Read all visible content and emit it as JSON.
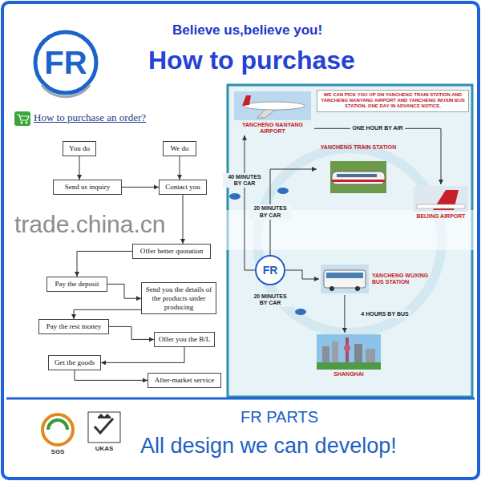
{
  "diagram": {
    "title": "How to purchase",
    "nodes": [
      {
        "text": [
          "You do"
        ]
      },
      {
        "text": [
          "We do"
        ]
      },
      {
        "text": [
          "Send us inquiry"
        ]
      },
      {
        "text": [
          "Contact you"
        ]
      },
      {
        "text": [
          "Offer better quotation"
        ]
      },
      {
        "text": [
          "Pay the deposit"
        ]
      },
      {
        "text": [
          "Send you the details of the products under producing"
        ]
      },
      {
        "text": [
          "Pay the rest money"
        ]
      },
      {
        "text": [
          "Offer you the B/L"
        ]
      },
      {
        "text": [
          "Get the goods"
        ]
      },
      {
        "text": [
          "After-market service"
        ]
      },
      {
        "text": [
          "WE CAN PICK YOU UP ON YANCHENG TRAIN STATION AND YANCHENG NANYANG AIRPORT AND YANCHENG WUXIN BUS STATION. ONE DAY IN ADVANCE NOTICE."
        ]
      },
      {
        "text": [
          "YANCHENG NANYANG AIRPORT"
        ]
      },
      {
        "text": [
          "YANCHENG TRAIN STATION"
        ]
      },
      {
        "text": [
          "BEIJING AIRPORT"
        ]
      },
      {
        "text": [
          "FR"
        ]
      },
      {
        "text": [
          "YANCHENG WUXING BUS STATION"
        ]
      },
      {
        "text": [
          "SHANGHAI"
        ]
      }
    ],
    "edges": [
      {
        "from": 0,
        "to": 2,
        "arrow": "to"
      },
      {
        "from": 1,
        "to": 3,
        "arrow": "to"
      },
      {
        "from": 2,
        "to": 3,
        "arrow": "to"
      },
      {
        "from": 3,
        "to": 4,
        "arrow": "to"
      },
      {
        "from": 4,
        "to": 5,
        "arrow": "to"
      },
      {
        "from": 5,
        "to": 6,
        "arrow": "to"
      },
      {
        "from": 6,
        "to": 7,
        "arrow": "to"
      },
      {
        "from": 7,
        "to": 8,
        "arrow": "to"
      },
      {
        "from": 8,
        "to": 9,
        "arrow": "to"
      },
      {
        "from": 9,
        "to": 10,
        "arrow": "to"
      },
      {
        "from": 12,
        "to": 14,
        "label": "ONE HOUR BY AIR",
        "arrow": "to"
      },
      {
        "from": 15,
        "to": 12,
        "label": "40 MINUTES BY CAR",
        "arrow": "to"
      },
      {
        "from": 15,
        "to": 13,
        "label": "20 MINUTES BY CAR",
        "arrow": "to"
      },
      {
        "from": 15,
        "to": 16,
        "label": "20 MINUTES BY CAR",
        "arrow": "to"
      },
      {
        "from": 16,
        "to": 17,
        "label": "4 HOURS BY BUS",
        "arrow": "to"
      }
    ],
    "labels": [
      "Believe us,believe you!",
      "FR",
      "How to purchase an order?",
      "trade.china.cn",
      "SGS",
      "UKAS",
      "FR PARTS",
      "All design we can develop!"
    ]
  }
}
